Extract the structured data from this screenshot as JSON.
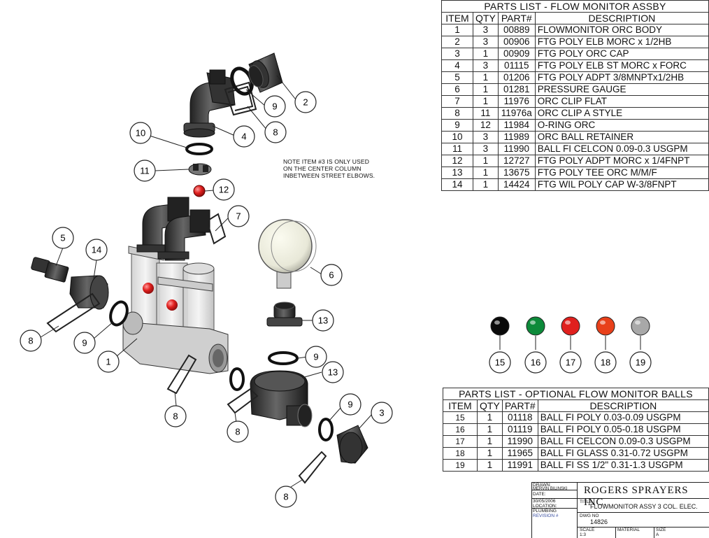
{
  "parts_list": {
    "title": "PARTS LIST - FLOW MONITOR ASSBY",
    "headers": [
      "ITEM",
      "QTY",
      "PART#",
      "DESCRIPTION"
    ],
    "rows": [
      [
        "1",
        "3",
        "00889",
        "FLOWMONITOR ORC BODY"
      ],
      [
        "2",
        "3",
        "00906",
        "FTG POLY ELB MORC x 1/2HB"
      ],
      [
        "3",
        "1",
        "00909",
        "FTG POLY ORC CAP"
      ],
      [
        "4",
        "3",
        "01115",
        "FTG POLY ELB ST MORC x FORC"
      ],
      [
        "5",
        "1",
        "01206",
        "FTG POLY ADPT 3/8MNPTx1/2HB"
      ],
      [
        "6",
        "1",
        "01281",
        "PRESSURE GAUGE"
      ],
      [
        "7",
        "1",
        "11976",
        "ORC CLIP FLAT"
      ],
      [
        "8",
        "11",
        "11976a",
        "ORC CLIP A STYLE"
      ],
      [
        "9",
        "12",
        "11984",
        "O-RING ORC"
      ],
      [
        "10",
        "3",
        "11989",
        "ORC BALL RETAINER"
      ],
      [
        "11",
        "3",
        "11990",
        "BALL FI CELCON 0.09-0.3 USGPM"
      ],
      [
        "12",
        "1",
        "12727",
        "FTG POLY ADPT MORC x 1/4FNPT"
      ],
      [
        "13",
        "1",
        "13675",
        "FTG POLY TEE ORC M/M/F"
      ],
      [
        "14",
        "1",
        "14424",
        "FTG WIL POLY CAP W-3/8FNPT"
      ]
    ]
  },
  "optional_balls": {
    "title": "PARTS LIST - OPTIONAL FLOW MONITOR BALLS",
    "headers": [
      "ITEM",
      "QTY",
      "PART#",
      "DESCRIPTION"
    ],
    "rows": [
      [
        "15",
        "1",
        "01118",
        "BALL FI POLY 0.03-0.09 USGPM"
      ],
      [
        "16",
        "1",
        "01119",
        "BALL FI POLY 0.05-0.18 USGPM"
      ],
      [
        "17",
        "1",
        "11990",
        "BALL FI CELCON 0.09-0.3 USGPM"
      ],
      [
        "18",
        "1",
        "11965",
        "BALL FI GLASS 0.31-0.72 USGPM"
      ],
      [
        "19",
        "1",
        "11991",
        "BALL FI SS 1/2\" 0.31-1.3 USGPM"
      ]
    ],
    "ball_colors": [
      "#0a0a0a",
      "#0d8a3a",
      "#e0201e",
      "#e8401a",
      "#a8a8a8"
    ]
  },
  "note": {
    "lines": [
      "NOTE ITEM #3 IS ONLY USED",
      "ON THE CENTER COLUMN",
      "INBETWEEN STREET ELBOWS."
    ]
  },
  "callouts": [
    "1",
    "2",
    "3",
    "4",
    "5",
    "6",
    "7",
    "8",
    "9",
    "10",
    "11",
    "12",
    "13",
    "14",
    "15",
    "16",
    "17",
    "18",
    "19"
  ],
  "title_block": {
    "drawn_label": "DRAWN:",
    "drawn_by": "MERVIN BILINSKI",
    "date_label": "DATE:",
    "date": "30/05/2006",
    "location_label": "LOCATION:",
    "location": "PLUMBING",
    "revision_label": "REVISION #",
    "company": "ROGERS SPRAYERS INC.",
    "title_label": "TITLE",
    "title": "FLOWMONITOR ASSY 3 COL. ELEC.",
    "dwg_label": "DWG NO",
    "dwg_no": "14826",
    "scale_label": "SCALE",
    "scale": "1:3",
    "material_label": "MATERIAL",
    "size_label": "SIZE",
    "size": "A"
  }
}
